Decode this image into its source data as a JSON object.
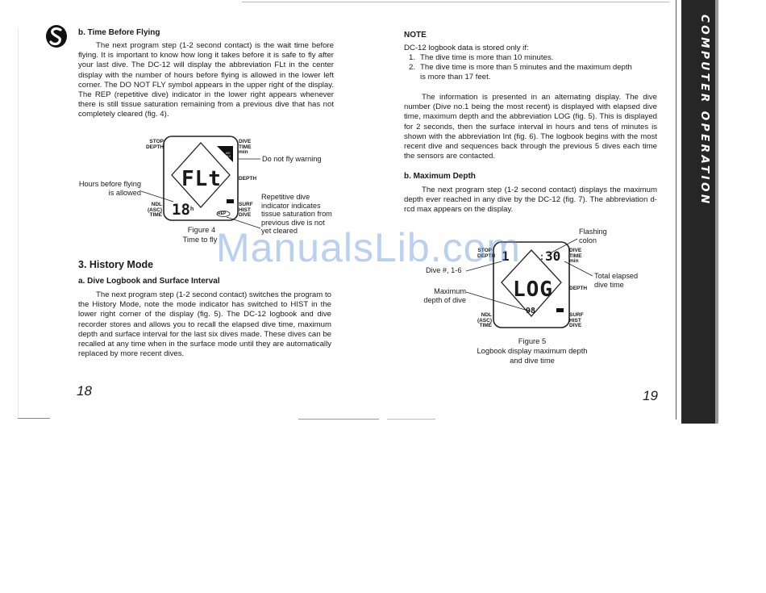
{
  "left": {
    "time_before_flying": {
      "heading": "b. Time Before Flying",
      "paragraph": "The next program step (1-2 second contact) is the wait time before flying. It is important to know how long it takes before it is safe to fly after your last dive. The DC-12 will display the abbreviation FLt in the center display with the number of hours before flying is allowed in the lower left corner. The DO NOT FLY symbol appears in the upper right of the display. The REP (repetitive dive) indicator in the lower right appears whenever there is still tissue saturation remaining from a previous dive that has not completely cleared (fig. 4)."
    },
    "figure4": {
      "display": {
        "stop_depth": "STOP DEPTH",
        "dive_time": "DIVE TIME min",
        "depth": "DEPTH",
        "ndl": "NDL (ASC) TIME",
        "surf_hist_dive": "SURF HIST DIVE",
        "center": "FLt",
        "hours": "18",
        "hours_unit": "h",
        "no_fly": "NO FLY",
        "rep": "REP"
      },
      "callouts": {
        "no_fly": "Do not fly warning",
        "hours": "Hours before flying is allowed",
        "rep": "Repetitive dive indicator indicates tissue saturation from previous dive is not yet cleared"
      },
      "caption_title": "Figure 4",
      "caption_text": "Time to fly"
    },
    "history_mode": {
      "heading": "3. History Mode",
      "subheading": "a. Dive Logbook and Surface Interval",
      "paragraph": "The next program step (1-2 second contact) switches the program to the History Mode, note the mode indicator has switched to HIST in the lower right corner of the display (fig. 5). The DC-12 logbook and dive recorder stores and allows you to recall the elapsed dive time, maximum depth and surface interval for the last six dives made. These dives can be recalled at any time when in the surface mode until they are automatically replaced by more recent dives."
    },
    "page_number": "18"
  },
  "right": {
    "note": {
      "heading": "NOTE",
      "intro": "DC-12 logbook data is stored only if:",
      "items": [
        {
          "num": "1.",
          "text": "The dive time is more than 10 minutes."
        },
        {
          "num": "2.",
          "text": "The dive time is more than 5 minutes and the maximum depth is more than 17 feet."
        }
      ]
    },
    "info_paragraph": "The information is presented in an alternating display. The dive number (Dive no.1 being the most recent) is displayed with elapsed dive time, maximum depth and the abbreviation LOG (fig. 5). This is displayed for 2 seconds, then the surface interval in hours and tens of minutes is shown with the abbreviation Int (fig. 6). The logbook begins with the most recent dive and sequences back through the previous 5 dives each time the sensors are contacted.",
    "max_depth": {
      "heading": "b. Maximum Depth",
      "paragraph": "The next program step (1-2 second contact) displays the maximum depth ever reached in any dive by the DC-12 (fig. 7). The abbreviation d-rcd max appears on the display."
    },
    "figure5": {
      "display": {
        "stop_depth": "STOP DEPTH",
        "dive_time": "DIVE TIME min",
        "depth": "DEPTH",
        "ndl": "NDL (ASC) TIME",
        "surf_hist_dive": "SURF HIST DIVE",
        "center": "LOG",
        "dive_no": "1",
        "time": "30",
        "max_depth": "98"
      },
      "callouts": {
        "flashing_colon": "Flashing colon",
        "dive_no": "Dive #, 1-6",
        "total_time": "Total elapsed dive time",
        "max_depth": "Maximum depth of dive"
      },
      "caption_title": "Figure 5",
      "caption_text": "Logbook display maximum depth and dive time"
    },
    "page_number": "19"
  },
  "side_tab": "COMPUTER OPERATION",
  "watermark": "ManualsLib.com"
}
